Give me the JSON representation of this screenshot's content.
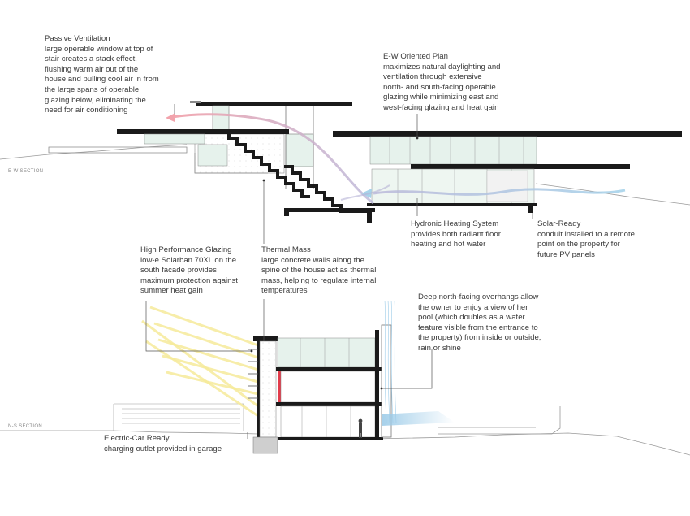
{
  "section_labels": {
    "ew": "E-W SECTION",
    "ns": "N-S SECTION"
  },
  "annotations": {
    "passive_ventilation": {
      "title": "Passive Ventilation",
      "body": "large operable window at top of\nstair creates a stack effect,\nflushing warm air out of the\nhouse and pulling cool air in from\nthe large spans of operable\nglazing below, eliminating the\nneed for air conditioning"
    },
    "ew_oriented_plan": {
      "title": "E-W Oriented Plan",
      "body": "maximizes natural daylighting and\nventilation through extensive\nnorth- and south-facing operable\nglazing while minimizing east and\nwest-facing glazing and heat gain"
    },
    "hydronic_heating": {
      "title": "Hydronic Heating System",
      "body": "provides both radiant floor\nheating and hot water"
    },
    "solar_ready": {
      "title": "Solar-Ready",
      "body": "conduit installed to a remote\npoint on the property for\nfuture PV panels"
    },
    "high_performance_glazing": {
      "title": "High Performance Glazing",
      "body": "low-e Solarban 70XL on the\nsouth facade provides\nmaximum protection against\nsummer heat gain"
    },
    "thermal_mass": {
      "title": "Thermal Mass",
      "body": "large concrete walls along the\nspine of the house act as thermal\nmass, helping to regulate internal\ntemperatures"
    },
    "north_overhangs": {
      "title": "",
      "body": "Deep north-facing overhangs allow\nthe owner to enjoy a view of her\npool (which doubles as a water\nfeature visible from the entrance to\nthe property) from inside or outside,\nrain or shine"
    },
    "electric_car": {
      "title": "Electric-Car Ready",
      "body": "charging outlet provided in garage"
    }
  },
  "colors": {
    "structure": "#1a1a1a",
    "line": "#8a8a8a",
    "glass": "#e6f2ec",
    "warm_air": "#f3a6ad",
    "cool_air": "#a9d3ea",
    "sun": "#f6ea9a",
    "heat": "#e23b4a",
    "water": "#c4def0"
  }
}
